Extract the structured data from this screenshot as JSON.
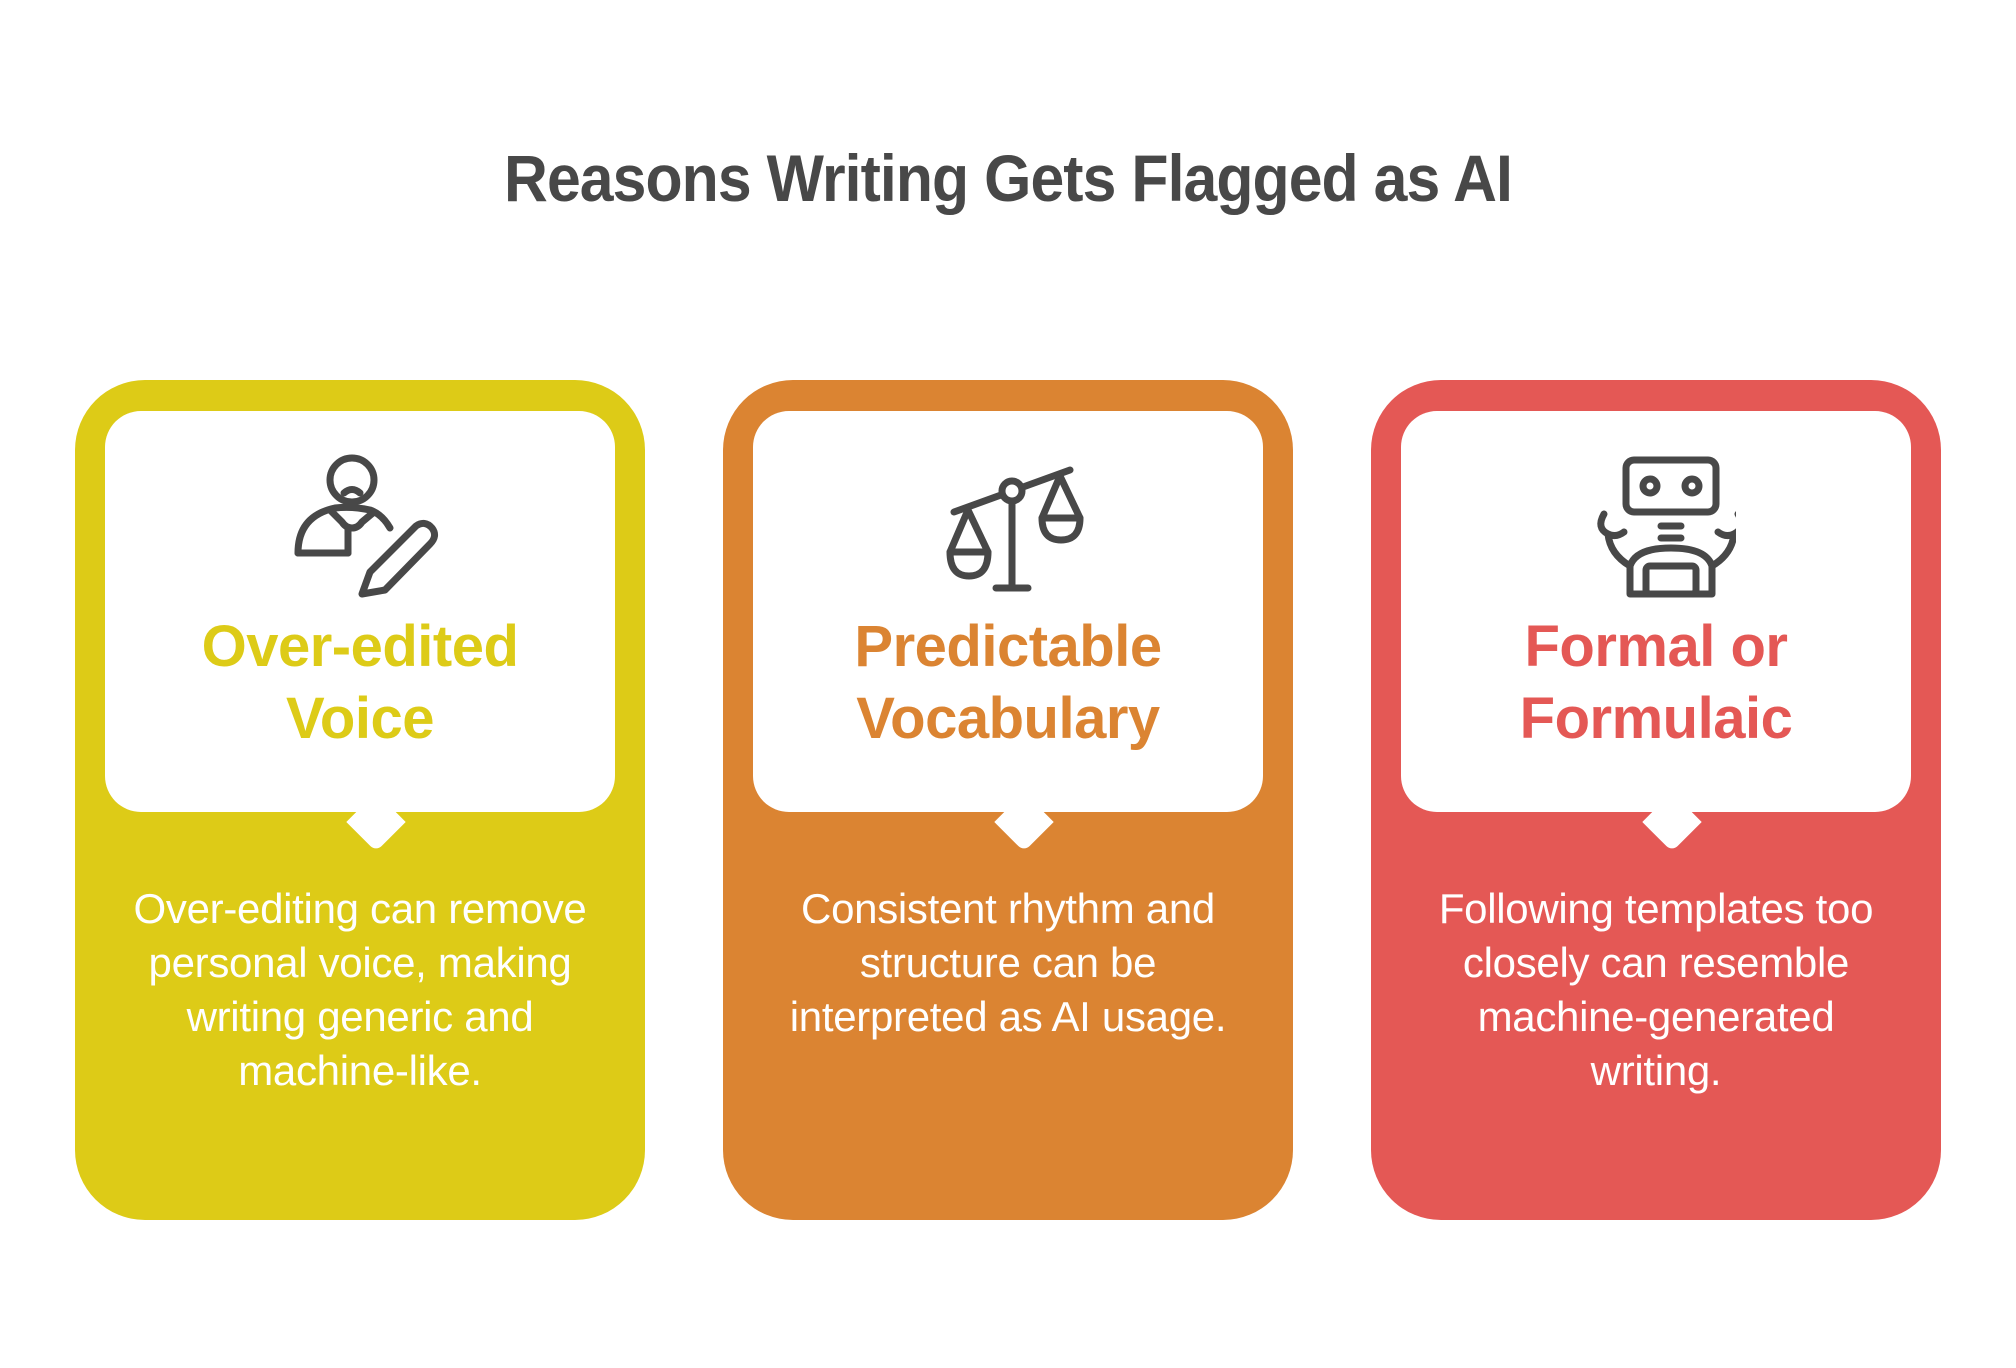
{
  "title": "Reasons Writing Gets Flagged as AI",
  "colors": {
    "title_text": "#484848",
    "icon_stroke": "#484848",
    "card_1": "#DDCB17",
    "card_2": "#DB8432",
    "card_3": "#E45855",
    "bubble": "#FFFFFF",
    "body_text": "#FFFFFF"
  },
  "cards": [
    {
      "icon": "person-editing-icon",
      "heading_line1": "Over-edited",
      "heading_line2": "Voice",
      "body": "Over-editing can remove personal voice, making writing generic and machine-like."
    },
    {
      "icon": "balance-scale-icon",
      "heading_line1": "Predictable",
      "heading_line2": "Vocabulary",
      "body": "Consistent rhythm and structure can be interpreted as AI usage."
    },
    {
      "icon": "robot-icon",
      "heading_line1": "Formal or",
      "heading_line2": "Formulaic",
      "body": "Following templates too closely can resemble machine-generated writing."
    }
  ]
}
